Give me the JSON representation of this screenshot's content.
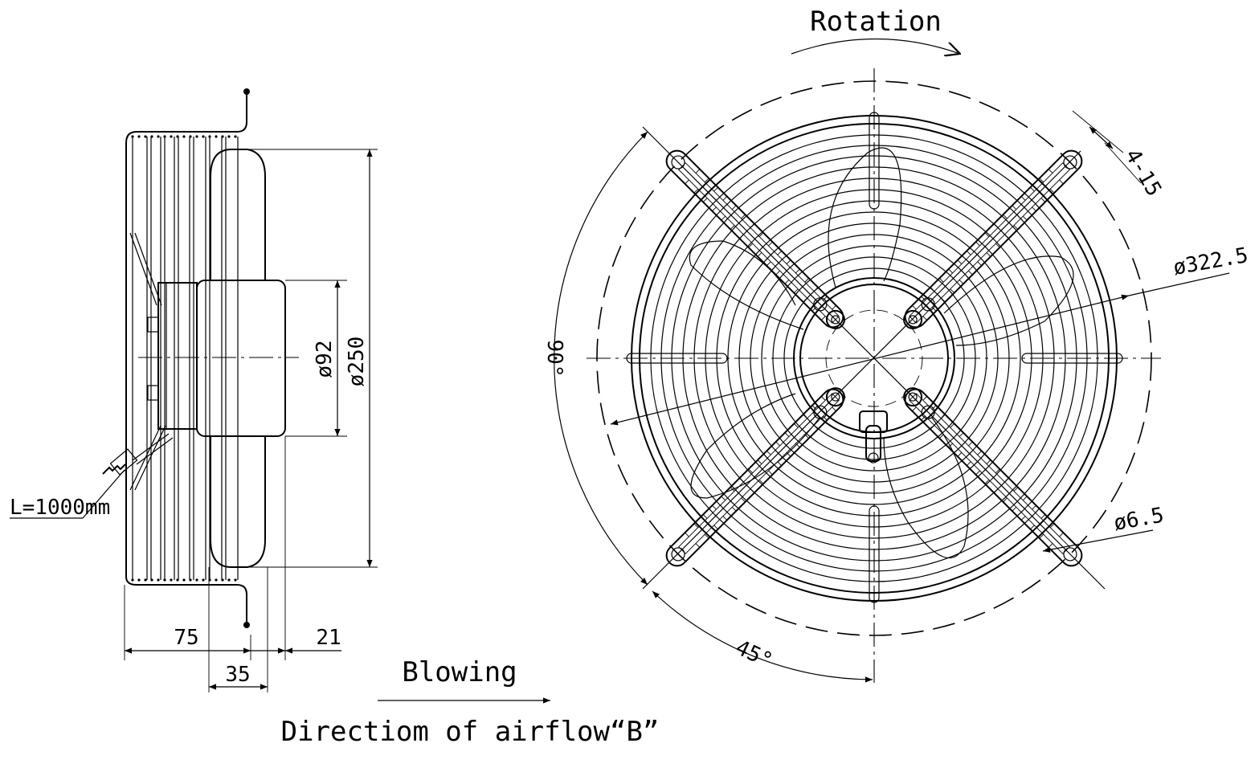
{
  "labels": {
    "rotation": "Rotation",
    "cable_length": "L=1000mm",
    "blowing": "Blowing",
    "airflow_direction": "Directiom of airflow“B”"
  },
  "dimensions": {
    "dim_75": "75",
    "dim_35": "35",
    "dim_21": "21",
    "dia_92": "ø92",
    "dia_250": "ø250",
    "dia_322_5": "ø322.5",
    "dia_6_5": "ø6.5",
    "holes_4_15": "4-15",
    "angle_90": "90°",
    "angle_45": "45°"
  },
  "colors": {
    "line": "#000000",
    "background": "#ffffff"
  }
}
